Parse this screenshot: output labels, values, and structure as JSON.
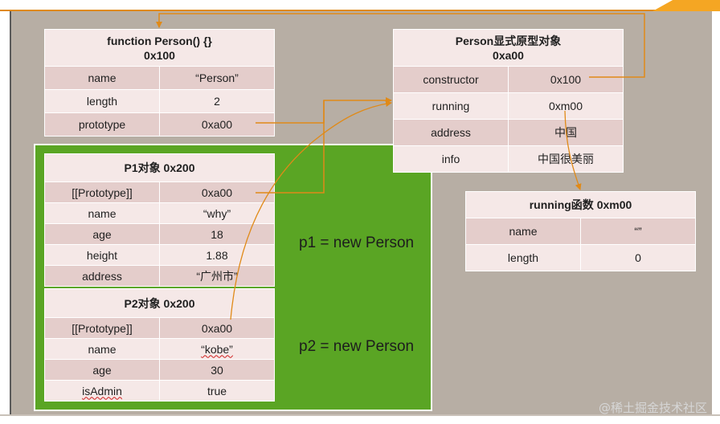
{
  "person_fn": {
    "title": "function Person() {}",
    "address": "0x100",
    "rows": [
      {
        "key": "name",
        "value": "“Person”"
      },
      {
        "key": "length",
        "value": "2"
      },
      {
        "key": "prototype",
        "value": "0xa00"
      }
    ]
  },
  "proto_obj": {
    "title": "Person显式原型对象",
    "address": "0xa00",
    "rows": [
      {
        "key": "constructor",
        "value": "0x100"
      },
      {
        "key": "running",
        "value": "0xm00"
      },
      {
        "key": "address",
        "value": "中国"
      },
      {
        "key": "info",
        "value": "中国很美丽"
      }
    ]
  },
  "running_fn": {
    "title": "running函数 0xm00",
    "rows": [
      {
        "key": "name",
        "value": "“”"
      },
      {
        "key": "length",
        "value": "0"
      }
    ]
  },
  "p1": {
    "title": "P1对象 0x200",
    "rows": [
      {
        "key": "[[Prototype]]",
        "value": "0xa00"
      },
      {
        "key": "name",
        "value": "“why”"
      },
      {
        "key": "age",
        "value": "18"
      },
      {
        "key": "height",
        "value": "1.88"
      },
      {
        "key": "address",
        "value": "“广州市”"
      }
    ]
  },
  "p2": {
    "title": "P2对象 0x200",
    "rows": [
      {
        "key": "[[Prototype]]",
        "value": "0xa00"
      },
      {
        "key": "name",
        "value": "“kobe”"
      },
      {
        "key": "age",
        "value": "30"
      },
      {
        "key": "isAdmin",
        "value": "true"
      }
    ]
  },
  "labels": {
    "p1": "p1 = new Person",
    "p2": "p2 = new Person"
  },
  "watermark": "@稀土掘金技术社区",
  "colors": {
    "accent": "#e08a18",
    "slide_bg": "#b7aea4",
    "green_panel": "#5aa524",
    "row_dark": "#e4cdcb",
    "row_light": "#f5e8e7"
  }
}
